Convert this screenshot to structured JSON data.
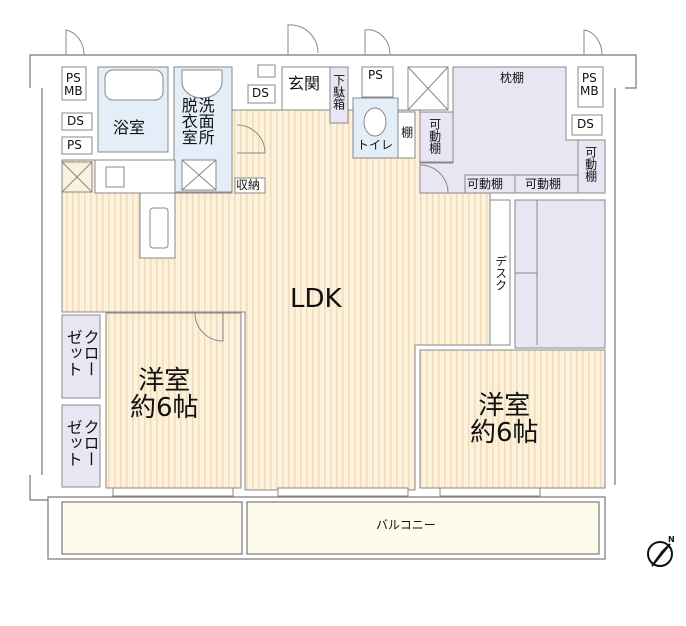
{
  "rooms": {
    "ldk": "LDK",
    "western_room_left": "洋室\n約6帖",
    "western_room_right": "洋室\n約6帖",
    "bathroom": "浴室",
    "washroom": "洗面所脱衣室",
    "entrance": "玄関",
    "shoe_box": "下駄箱",
    "toilet": "トイレ",
    "shelf": "棚",
    "storage": "収納",
    "desk": "デスク",
    "balcony": "バルコニー",
    "closet_1": "クローゼット",
    "closet_2": "クローゼット",
    "pillow_shelf": "枕棚",
    "movable_shelf_1": "可動棚",
    "movable_shelf_2": "可動棚",
    "movable_shelf_3": "可動棚",
    "movable_shelf_4": "可動棚"
  },
  "utility": {
    "ps_mb_left": "PS\nMB",
    "ps_mb_right": "PS\nMB",
    "ds_1": "DS",
    "ps_1": "PS",
    "ds_2": "DS",
    "ps_2": "PS",
    "ds_3": "DS"
  },
  "compass": {
    "label": "N"
  },
  "colors": {
    "floor": "#fbf1dc",
    "floor_stripe": "#f3dcb4",
    "wet": "#e4eef9",
    "storage": "#e8e6f3",
    "balcony": "#fefbea",
    "wall": "#777777"
  }
}
